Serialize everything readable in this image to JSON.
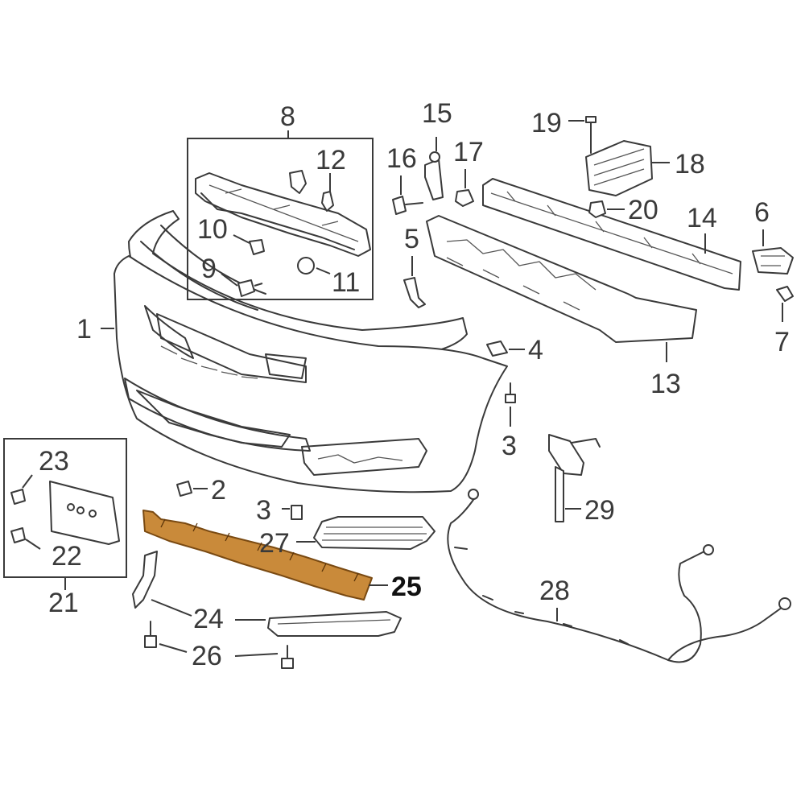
{
  "callouts": [
    {
      "id": "c1",
      "text": "1"
    },
    {
      "id": "c2",
      "text": "2"
    },
    {
      "id": "c3a",
      "text": "3"
    },
    {
      "id": "c3b",
      "text": "3"
    },
    {
      "id": "c4",
      "text": "4"
    },
    {
      "id": "c5",
      "text": "5"
    },
    {
      "id": "c6",
      "text": "6"
    },
    {
      "id": "c7",
      "text": "7"
    },
    {
      "id": "c8",
      "text": "8"
    },
    {
      "id": "c9",
      "text": "9"
    },
    {
      "id": "c10",
      "text": "10"
    },
    {
      "id": "c11",
      "text": "11"
    },
    {
      "id": "c12",
      "text": "12"
    },
    {
      "id": "c13",
      "text": "13"
    },
    {
      "id": "c14",
      "text": "14"
    },
    {
      "id": "c15",
      "text": "15"
    },
    {
      "id": "c16",
      "text": "16"
    },
    {
      "id": "c17",
      "text": "17"
    },
    {
      "id": "c18",
      "text": "18"
    },
    {
      "id": "c19",
      "text": "19"
    },
    {
      "id": "c20",
      "text": "20"
    },
    {
      "id": "c21",
      "text": "21"
    },
    {
      "id": "c22",
      "text": "22"
    },
    {
      "id": "c23",
      "text": "23"
    },
    {
      "id": "c24",
      "text": "24"
    },
    {
      "id": "c25",
      "text": "25"
    },
    {
      "id": "c26",
      "text": "26"
    },
    {
      "id": "c27",
      "text": "27"
    },
    {
      "id": "c28",
      "text": "28"
    },
    {
      "id": "c29",
      "text": "29"
    }
  ],
  "colors": {
    "line": "#3a3a3a",
    "highlight_fill": "#c98a3a",
    "highlight_stroke": "#7a4a12"
  },
  "highlighted_part": "25"
}
